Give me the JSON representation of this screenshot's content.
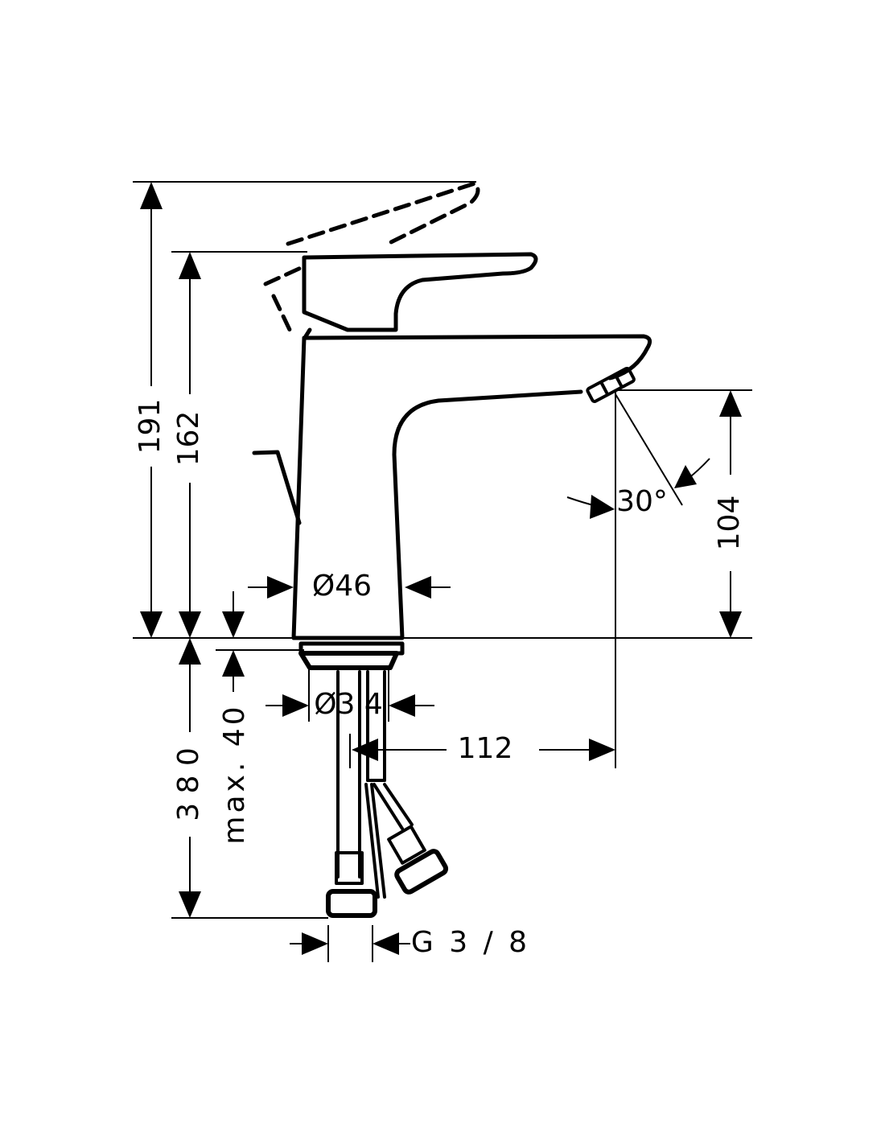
{
  "drawing": {
    "dimensions": {
      "total_height_raised": "191",
      "total_height": "162",
      "spout_height": "104",
      "spout_angle": "30°",
      "body_diameter": "Ø46",
      "mount_diameter": "Ø3 4",
      "spout_reach": "112",
      "hose_length": "3 8 0",
      "max_counter_thickness": "max. 40",
      "connection": "G 3 / 8"
    }
  }
}
